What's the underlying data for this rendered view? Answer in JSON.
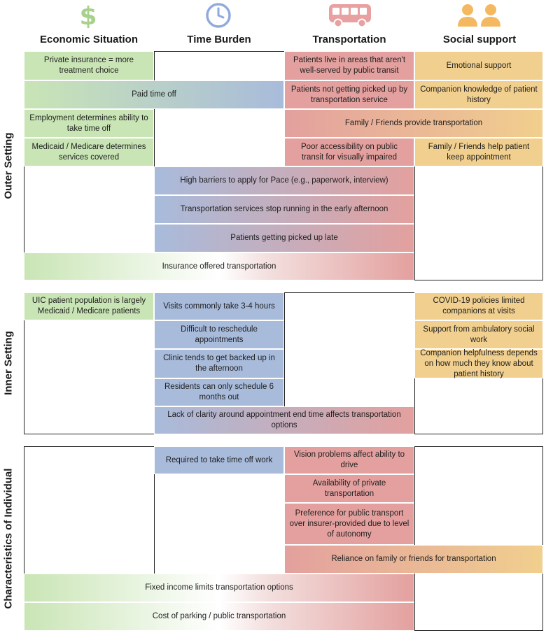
{
  "columns": [
    {
      "label": "Economic Situation",
      "icon": "dollar-icon",
      "color": "#a9d18e"
    },
    {
      "label": "Time Burden",
      "icon": "clock-icon",
      "color": "#8faadc"
    },
    {
      "label": "Transportation",
      "icon": "bus-icon",
      "color": "#e8a0a0"
    },
    {
      "label": "Social support",
      "icon": "people-icon",
      "color": "#f4b860"
    }
  ],
  "colors": {
    "economic": "#c9e5b5",
    "time": "#a8bbdb",
    "transport": "#e3a09e",
    "social": "#f1cf8e"
  },
  "sections": {
    "outer": {
      "label": "Outer Setting",
      "cells": [
        {
          "text": "Private insurance = more treatment choice",
          "col_start": 0,
          "col_span": 1,
          "row": 0,
          "grad": [
            "economic",
            "economic"
          ]
        },
        {
          "text": "Patients live in areas that aren't well-served by public transit",
          "col_start": 2,
          "col_span": 1,
          "row": 0,
          "grad": [
            "transport",
            "transport"
          ]
        },
        {
          "text": "Emotional support",
          "col_start": 3,
          "col_span": 1,
          "row": 0,
          "grad": [
            "social",
            "social"
          ]
        },
        {
          "text": "Paid time off",
          "col_start": 0,
          "col_span": 2,
          "row": 1,
          "grad": [
            "economic",
            "time"
          ]
        },
        {
          "text": "Patients not getting picked up by transportation service",
          "col_start": 2,
          "col_span": 1,
          "row": 1,
          "grad": [
            "transport",
            "transport"
          ]
        },
        {
          "text": "Companion knowledge of patient history",
          "col_start": 3,
          "col_span": 1,
          "row": 1,
          "grad": [
            "social",
            "social"
          ]
        },
        {
          "text": "Employment determines ability to take time off",
          "col_start": 0,
          "col_span": 1,
          "row": 2,
          "grad": [
            "economic",
            "economic"
          ]
        },
        {
          "text": "Family / Friends provide transportation",
          "col_start": 2,
          "col_span": 2,
          "row": 2,
          "grad": [
            "transport",
            "social"
          ]
        },
        {
          "text": "Medicaid / Medicare determines services covered",
          "col_start": 0,
          "col_span": 1,
          "row": 3,
          "grad": [
            "economic",
            "economic"
          ]
        },
        {
          "text": "Poor accessibility on public transit for visually impaired",
          "col_start": 2,
          "col_span": 1,
          "row": 3,
          "grad": [
            "transport",
            "transport"
          ]
        },
        {
          "text": "Family / Friends help patient keep appointment",
          "col_start": 3,
          "col_span": 1,
          "row": 3,
          "grad": [
            "social",
            "social"
          ]
        },
        {
          "text": "High barriers to apply for Pace (e.g., paperwork, interview)",
          "col_start": 1,
          "col_span": 2,
          "row": 4,
          "grad": [
            "time",
            "transport"
          ]
        },
        {
          "text": "Transportation services stop running in the early afternoon",
          "col_start": 1,
          "col_span": 2,
          "row": 5,
          "grad": [
            "time",
            "transport"
          ]
        },
        {
          "text": "Patients getting picked up late",
          "col_start": 1,
          "col_span": 2,
          "row": 6,
          "grad": [
            "time",
            "transport"
          ]
        },
        {
          "text": "Insurance offered transportation",
          "col_start": 0,
          "col_span": 3,
          "row": 7,
          "grad": [
            "economic",
            "transport"
          ]
        }
      ]
    },
    "inner": {
      "label": "Inner Setting",
      "cells": [
        {
          "text": "UIC patient population is largely Medicaid / Medicare patients",
          "col_start": 0,
          "col_span": 1,
          "row": 0,
          "grad": [
            "economic",
            "economic"
          ]
        },
        {
          "text": "Visits commonly take 3-4 hours",
          "col_start": 1,
          "col_span": 1,
          "row": 0,
          "grad": [
            "time",
            "time"
          ]
        },
        {
          "text": "COVID-19 policies limited companions at visits",
          "col_start": 3,
          "col_span": 1,
          "row": 0,
          "grad": [
            "social",
            "social"
          ]
        },
        {
          "text": "Difficult to reschedule appointments",
          "col_start": 1,
          "col_span": 1,
          "row": 1,
          "grad": [
            "time",
            "time"
          ]
        },
        {
          "text": "Support from ambulatory social work",
          "col_start": 3,
          "col_span": 1,
          "row": 1,
          "grad": [
            "social",
            "social"
          ]
        },
        {
          "text": "Clinic tends to get backed up in the afternoon",
          "col_start": 1,
          "col_span": 1,
          "row": 2,
          "grad": [
            "time",
            "time"
          ]
        },
        {
          "text": "Companion helpfulness depends on how much they know about patient history",
          "col_start": 3,
          "col_span": 1,
          "row": 2,
          "grad": [
            "social",
            "social"
          ]
        },
        {
          "text": "Residents can only schedule 6 months out",
          "col_start": 1,
          "col_span": 1,
          "row": 3,
          "grad": [
            "time",
            "time"
          ]
        },
        {
          "text": "Lack of clarity around appointment end time affects transportation options",
          "col_start": 1,
          "col_span": 2,
          "row": 4,
          "grad": [
            "time",
            "transport"
          ]
        }
      ]
    },
    "individual": {
      "label": "Characteristics of Individual",
      "cells": [
        {
          "text": "Required to take time off work",
          "col_start": 1,
          "col_span": 1,
          "row": 0,
          "grad": [
            "time",
            "time"
          ]
        },
        {
          "text": "Vision problems affect ability to drive",
          "col_start": 2,
          "col_span": 1,
          "row": 0,
          "grad": [
            "transport",
            "transport"
          ]
        },
        {
          "text": "Availability of private transportation",
          "col_start": 2,
          "col_span": 1,
          "row": 1,
          "grad": [
            "transport",
            "transport"
          ]
        },
        {
          "text": "Preference for public transport over insurer-provided due to level of autonomy",
          "col_start": 2,
          "col_span": 1,
          "row": 2,
          "grad": [
            "transport",
            "transport"
          ]
        },
        {
          "text": "Reliance on family or friends for transportation",
          "col_start": 2,
          "col_span": 2,
          "row": 3,
          "grad": [
            "transport",
            "social"
          ]
        },
        {
          "text": "Fixed income limits transportation options",
          "col_start": 0,
          "col_span": 3,
          "row": 4,
          "grad": [
            "economic",
            "transport"
          ]
        },
        {
          "text": "Cost of parking / public transportation",
          "col_start": 0,
          "col_span": 3,
          "row": 5,
          "grad": [
            "economic",
            "transport"
          ]
        }
      ]
    }
  }
}
